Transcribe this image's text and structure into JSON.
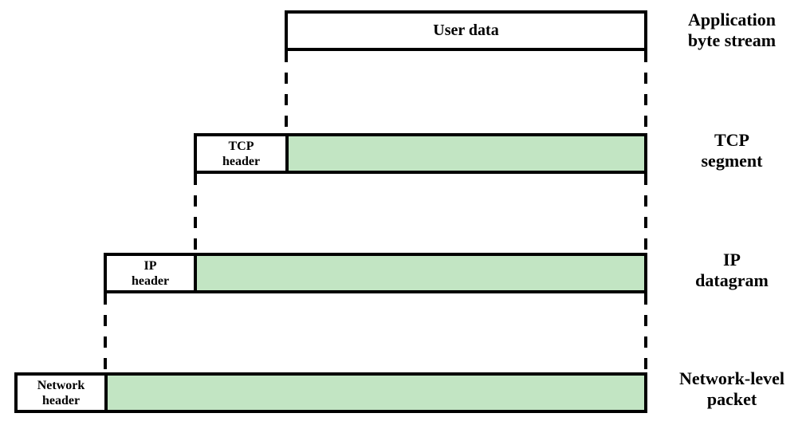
{
  "diagram": {
    "description": "TCP/IP encapsulation levels",
    "colors": {
      "payload_green": "#c2e5c3",
      "header_white": "#ffffff",
      "line_black": "#000000"
    },
    "rows": [
      {
        "kind": "application",
        "box_label": "User data",
        "side_label": [
          "Application",
          "byte stream"
        ]
      },
      {
        "kind": "tcp",
        "header_label": [
          "TCP",
          "header"
        ],
        "side_label": [
          "TCP",
          "segment"
        ]
      },
      {
        "kind": "ip",
        "header_label": [
          "IP",
          "header"
        ],
        "side_label": [
          "IP",
          "datagram"
        ]
      },
      {
        "kind": "network",
        "header_label": [
          "Network",
          "header"
        ],
        "side_label": [
          "Network-level",
          "packet"
        ]
      }
    ]
  }
}
